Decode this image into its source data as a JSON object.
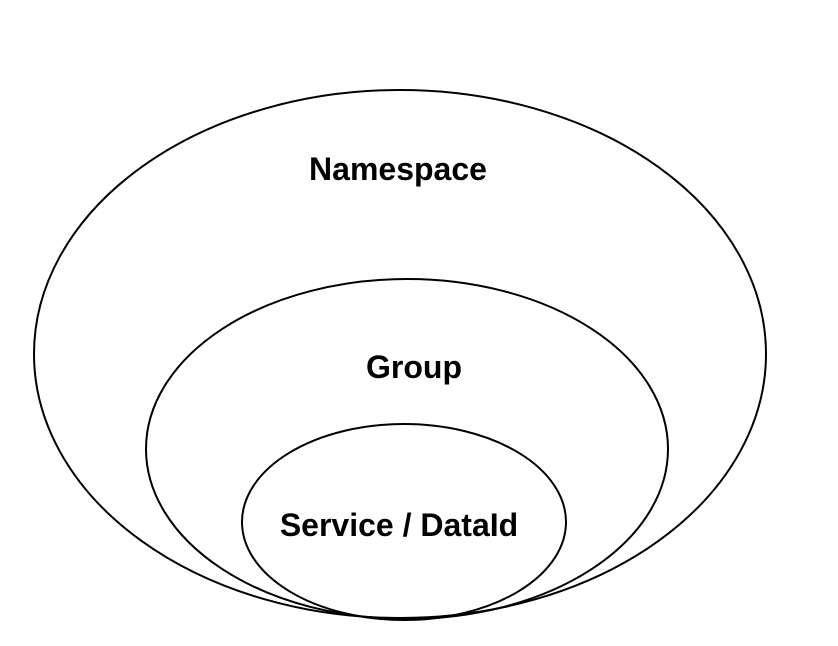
{
  "diagram": {
    "type": "nested-sets",
    "sets": {
      "namespace": "Namespace",
      "group": "Group",
      "service": "Service / DataId"
    },
    "nesting": [
      "namespace",
      "group",
      "service"
    ],
    "colors": {
      "stroke": "#000000",
      "background": "#ffffff",
      "text": "#000000"
    }
  }
}
